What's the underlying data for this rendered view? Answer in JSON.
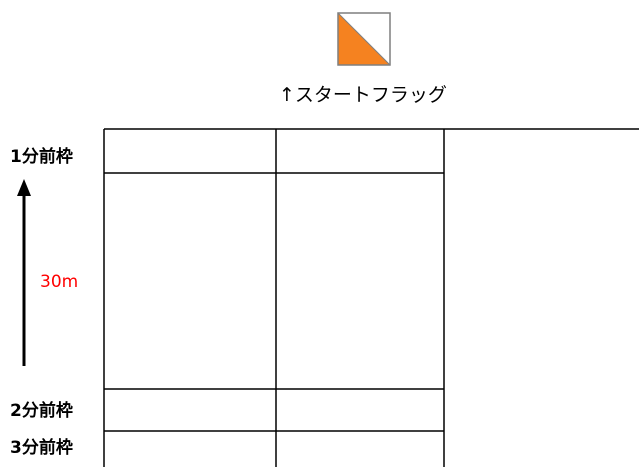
{
  "start_flag": {
    "caption": "↑スタートフラッグ",
    "colors": {
      "orange": "#f58220",
      "white": "#ffffff",
      "outline": "#7f7f7f"
    }
  },
  "boxes": {
    "one_min": "1分前枠",
    "two_min": "2分前枠",
    "three_min": "3分前枠"
  },
  "distance": {
    "label": "30m",
    "color": "#ff0000",
    "arrow_icon": "arrow-up-icon"
  }
}
